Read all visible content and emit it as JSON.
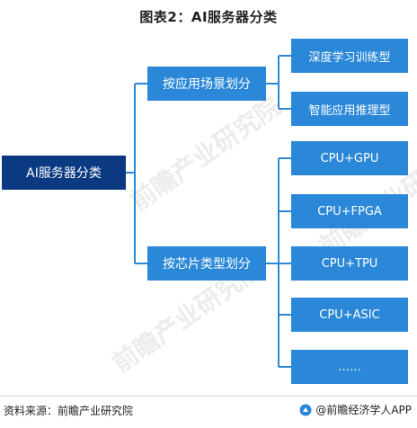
{
  "title": "图表2：AI服务器分类",
  "root": {
    "label": "AI服务器分类"
  },
  "branches": [
    {
      "label": "按应用场景划分",
      "children": [
        "深度学习训练型",
        "智能应用推理型"
      ]
    },
    {
      "label": "按芯片类型划分",
      "children": [
        "CPU+GPU",
        "CPU+FPGA",
        "CPU+TPU",
        "CPU+ASIC",
        "……"
      ]
    }
  ],
  "footer": {
    "source": "资料来源：前瞻产业研究院",
    "brand": "@前瞻经济学人APP"
  },
  "watermark": "前瞻产业研究院",
  "colors": {
    "root": "#0b3a82",
    "node": "#2b88d8",
    "connector": "#2b88d8"
  }
}
